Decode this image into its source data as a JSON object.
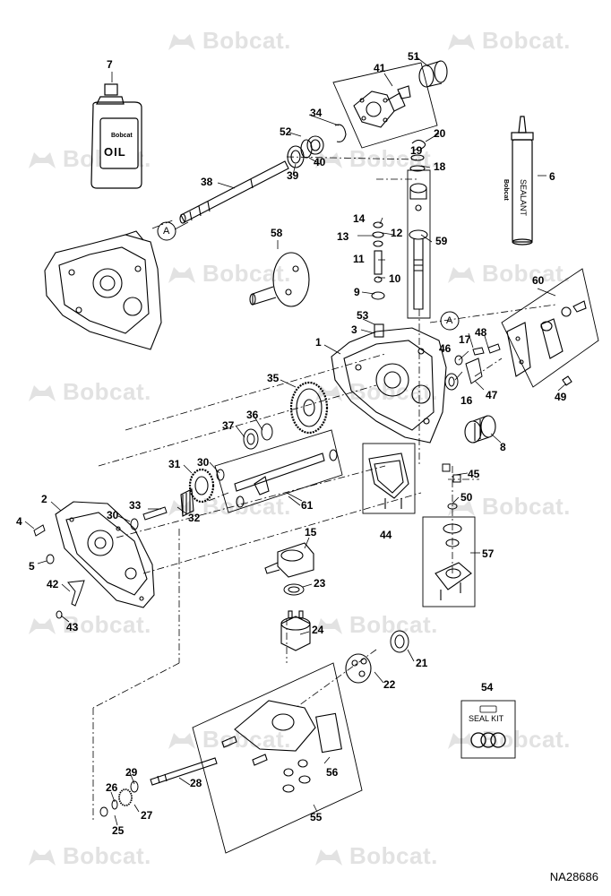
{
  "watermark_text": "Bobcat.",
  "drawing_number": "NA28686",
  "labels": {
    "oil": "OIL",
    "oil_brand": "Bobcat",
    "sealant": "SEALANT",
    "sealant_brand": "Bobcat",
    "seal_kit": "SEAL KIT",
    "ref_a_top": "A",
    "ref_a_mid": "A"
  },
  "callouts": [
    "1",
    "2",
    "3",
    "4",
    "5",
    "6",
    "7",
    "8",
    "9",
    "10",
    "11",
    "12",
    "13",
    "14",
    "15",
    "16",
    "17",
    "18",
    "19",
    "20",
    "21",
    "22",
    "23",
    "24",
    "25",
    "26",
    "27",
    "28",
    "29",
    "30",
    "30",
    "31",
    "32",
    "33",
    "34",
    "35",
    "36",
    "37",
    "38",
    "39",
    "40",
    "41",
    "42",
    "43",
    "44",
    "45",
    "46",
    "47",
    "48",
    "49",
    "50",
    "51",
    "52",
    "53",
    "54",
    "55",
    "56",
    "57",
    "58",
    "59",
    "60",
    "61"
  ]
}
